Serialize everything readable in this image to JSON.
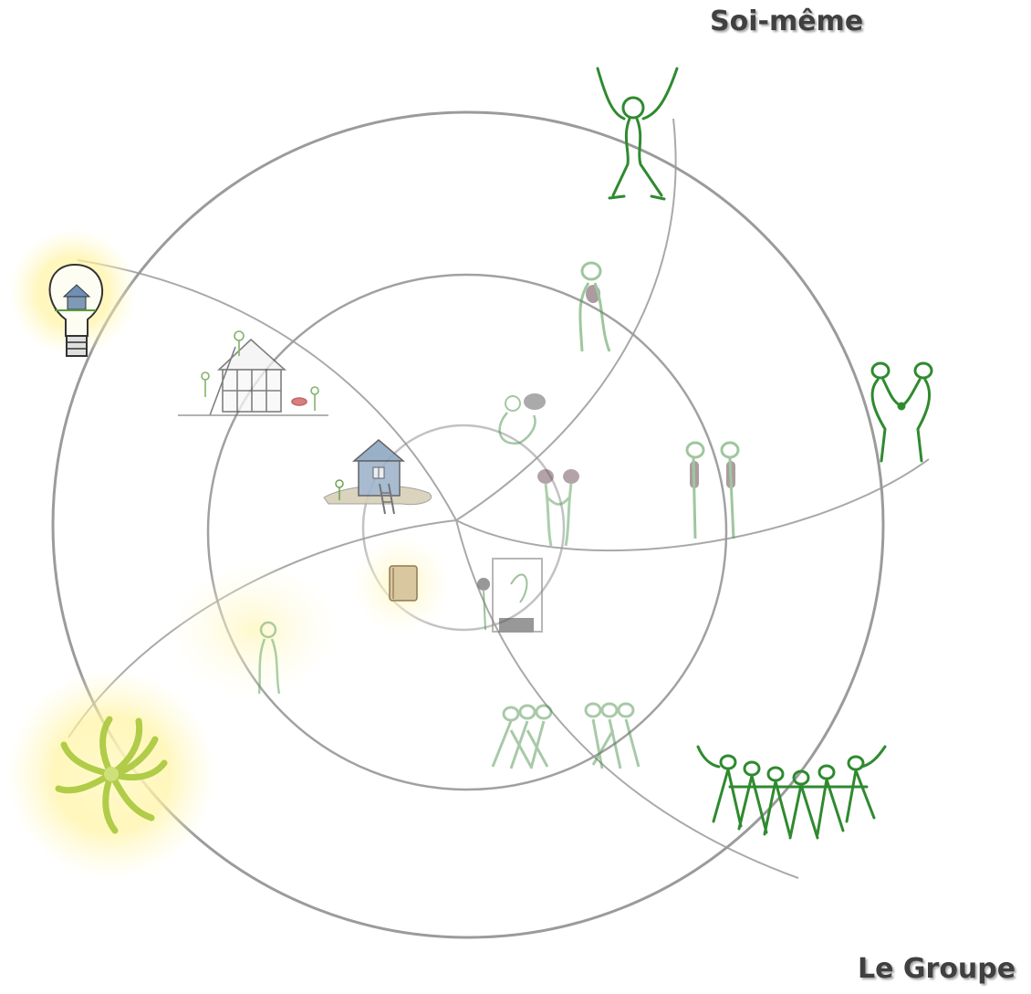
{
  "labels": {
    "top_right": "Soi-même",
    "bottom_right": "Le Groupe"
  },
  "colors": {
    "ring_stroke": "#8a8a8a",
    "arc_stroke": "#9a9a9a",
    "figure_green": "#2f8a2f",
    "figure_faded_green": "#8cc48c",
    "glow_yellow": "#fff3a0",
    "spiral_green": "#a8c83c",
    "house_blue": "#7f9ab5"
  },
  "illustrations": [
    "standing-figure-arms-raised",
    "faded-standing-figure",
    "two-figures-holding-hands",
    "two-faded-figures",
    "faded-thinking-figure",
    "faded-pair-figures",
    "figure-with-easel",
    "lightbulb-with-house",
    "house-under-construction",
    "house-with-ladder",
    "book",
    "faded-glowing-figure",
    "spiral-sun",
    "faded-crowd",
    "crowd-arms-raised"
  ]
}
